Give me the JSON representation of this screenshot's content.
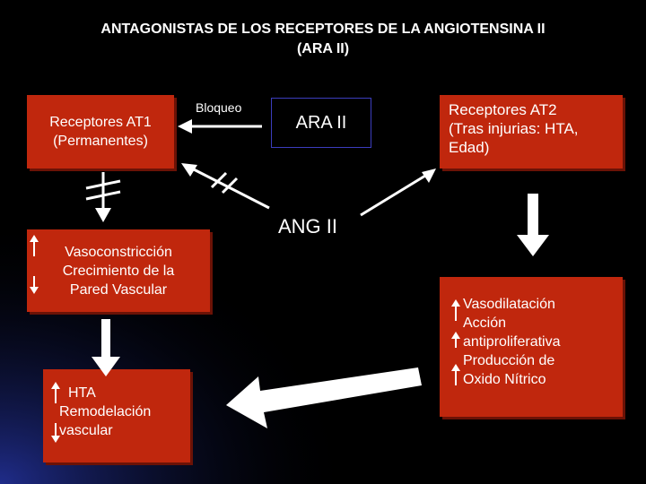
{
  "title": {
    "line1": "ANTAGONISTAS DE LOS RECEPTORES DE LA ANGIOTENSINA II",
    "line2": "(ARA II)"
  },
  "nodes": {
    "at1": {
      "lines": [
        "Receptores AT1",
        "(Permanentes)"
      ]
    },
    "ara": {
      "label": "ARA II"
    },
    "at2": {
      "lines": [
        "Receptores AT2",
        "(Tras injurias: HTA,",
        "Edad)"
      ]
    },
    "vaso": {
      "lines": [
        "Vasoconstricción",
        "Crecimiento de la",
        "Pared Vascular"
      ]
    },
    "hta": {
      "lines": [
        "HTA",
        "Remodelación",
        "vascular"
      ]
    },
    "vasodil": {
      "lines": [
        "Vasodilatación",
        "Acción",
        "antiproliferativa",
        "Producción de",
        "Oxido Nítrico"
      ]
    }
  },
  "labels": {
    "bloqueo": "Bloqueo",
    "ang2": "ANG II"
  },
  "colors": {
    "background": "#000000",
    "box_fill": "#c0270d",
    "box_shadow": "#6b1206",
    "ara_border": "#3b3dbd",
    "arrow_fill": "#ffffff",
    "text": "#ffffff"
  }
}
